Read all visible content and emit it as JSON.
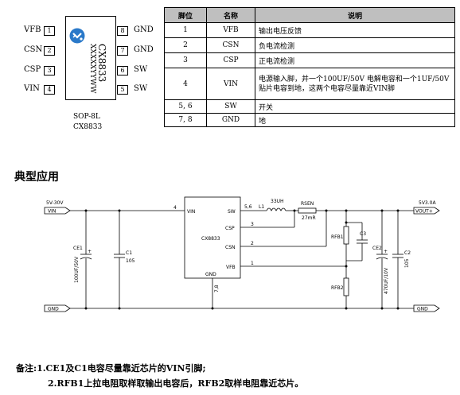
{
  "chip": {
    "mark_line1": "CX8833",
    "mark_line2": "XXXXXYYWW",
    "package": "SOP-8L",
    "part": "CX8833",
    "left_pins": [
      {
        "name": "VFB",
        "num": "1"
      },
      {
        "name": "CSN",
        "num": "2"
      },
      {
        "name": "CSP",
        "num": "3"
      },
      {
        "name": "VIN",
        "num": "4"
      }
    ],
    "right_pins": [
      {
        "name": "GND",
        "num": "8"
      },
      {
        "name": "GND",
        "num": "7"
      },
      {
        "name": "SW",
        "num": "6"
      },
      {
        "name": "SW",
        "num": "5"
      }
    ]
  },
  "table": {
    "headers": [
      "脚位",
      "名称",
      "说明"
    ],
    "rows": [
      {
        "pin": "1",
        "name": "VFB",
        "desc": "输出电压反馈"
      },
      {
        "pin": "2",
        "name": "CSN",
        "desc": "负电流检测"
      },
      {
        "pin": "3",
        "name": "CSP",
        "desc": "正电流检测"
      },
      {
        "pin": "4",
        "name": "VIN",
        "desc": "电源输入脚，并一个100UF/50V 电解电容和一个1UF/50V贴片电容到地，这两个电容尽量靠近VIN脚"
      },
      {
        "pin": "5, 6",
        "name": "SW",
        "desc": "开关"
      },
      {
        "pin": "7, 8",
        "name": "GND",
        "desc": "地"
      }
    ]
  },
  "section_title": "典型应用",
  "circuit": {
    "vin_range": "5V-30V",
    "vin_label": "VIN",
    "gnd_left": "GND",
    "gnd_right": "GND",
    "vout_spec": "5V3.0A",
    "vout_label": "VOUT+",
    "ic_name": "CX8833",
    "pin_vin": "VIN",
    "pin_sw": "SW",
    "pin_csp": "CSP",
    "pin_csn": "CSN",
    "pin_vfb": "VFB",
    "pin_gnd": "GND",
    "num_4": "4",
    "num_56": "5,6",
    "num_3": "3",
    "num_2": "2",
    "num_1": "1",
    "num_78": "7,8",
    "l1": "L1",
    "l1_val": "33UH",
    "rsen": "RSEN",
    "rsen_val": "27mR",
    "ce1": "CE1",
    "ce1_val": "100UF/50V",
    "c1": "C1",
    "c1_val": "105",
    "rfb1": "RFB1",
    "rfb2": "RFB2",
    "c3": "C3",
    "ce2": "CE2",
    "ce2_val": "470UF/10V",
    "c2": "C2",
    "c2_val": "105",
    "plus": "+"
  },
  "notes": {
    "label": "备注:",
    "line1": "1.CE1及C1电容尽量靠近芯片的VIN引脚;",
    "line2": "2.RFB1上拉电阻取样取输出电容后，RFB2取样电阻靠近芯片。"
  }
}
